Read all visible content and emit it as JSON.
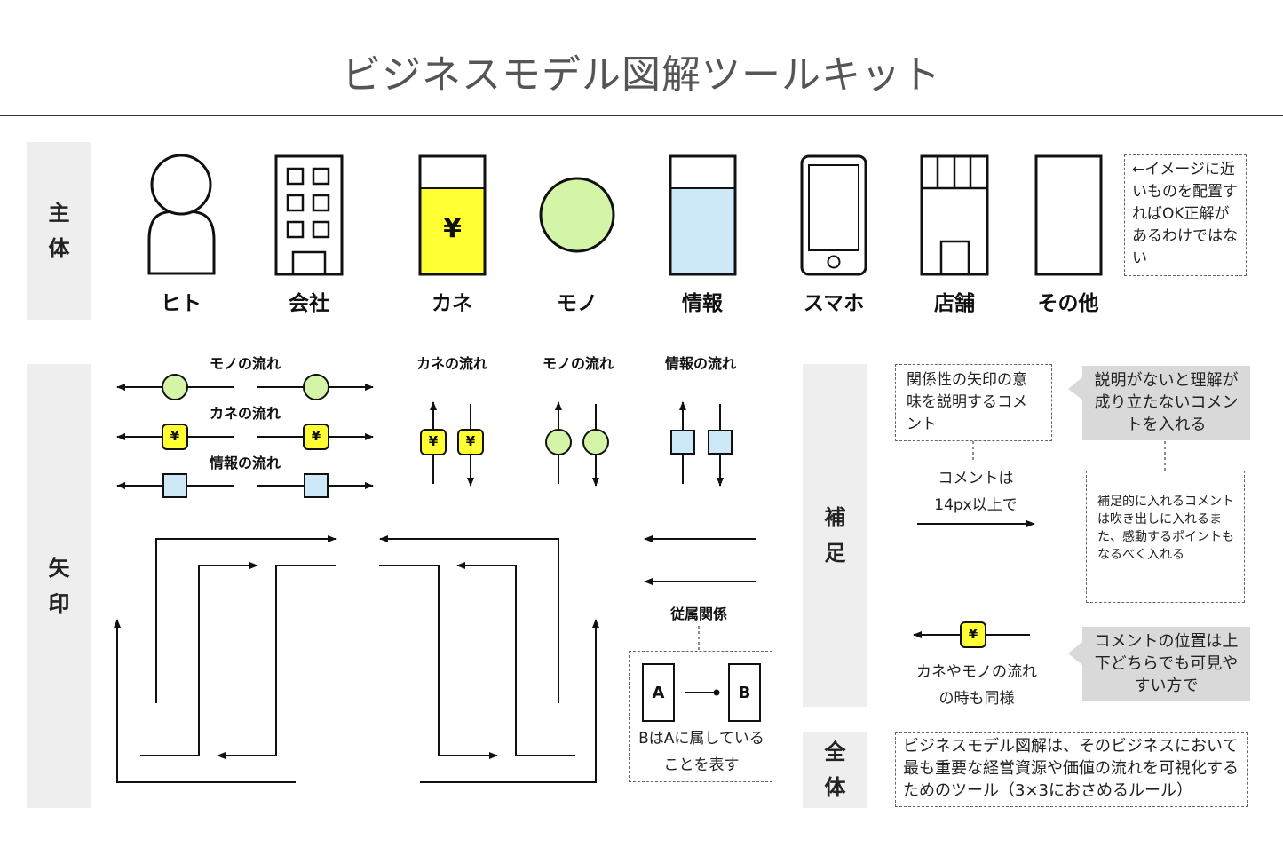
{
  "title": "ビジネスモデル図解ツールキット",
  "bands": {
    "actors": "主\n体",
    "arrows": "矢\n印",
    "supplement": "補\n足",
    "overall": "全\n体"
  },
  "actors": [
    {
      "label": "ヒト",
      "icon": "person-icon"
    },
    {
      "label": "会社",
      "icon": "company-building-icon"
    },
    {
      "label": "カネ",
      "icon": "money-icon"
    },
    {
      "label": "モノ",
      "icon": "goods-circle-icon"
    },
    {
      "label": "情報",
      "icon": "information-icon"
    },
    {
      "label": "スマホ",
      "icon": "smartphone-icon"
    },
    {
      "label": "店舗",
      "icon": "store-icon"
    },
    {
      "label": "その他",
      "icon": "other-icon"
    }
  ],
  "actor_note": "←イメージに近いものを配置すればOK正解があるわけではない",
  "yen": "¥",
  "flows": {
    "horizontal": [
      "モノの流れ",
      "カネの流れ",
      "情報の流れ"
    ],
    "vertical": [
      "カネの流れ",
      "モノの流れ",
      "情報の流れ"
    ]
  },
  "subordinate": {
    "title": "従属関係",
    "a": "A",
    "b": "B",
    "caption": "BはAに属していることを表す"
  },
  "supplement": {
    "note_relation": "関係性の矢印の意味を説明するコメント",
    "callout_required": "説明がないと理解が成り立たないコメントを入れる",
    "comment_size": "コメントは14px以上で",
    "note_supplementary": "補足的に入れるコメントは吹き出しに入れるまた、感動するポイントもなるべく入れる",
    "same_for_money": "カネやモノの流れの時も同様",
    "callout_position": "コメントの位置は上下どちらでも可見やすい方で"
  },
  "overall_note": "ビジネスモデル図解は、そのビジネスにおいて最も重要な経営資源や価値の流れを可視化するためのツール（3×3におさめるルール）",
  "colors": {
    "money_yellow": "#ffff33",
    "goods_green": "#d4f5a8",
    "info_blue": "#cde8f6",
    "band_gray": "#eeeeee",
    "callout_gray": "#d9d9d9"
  }
}
